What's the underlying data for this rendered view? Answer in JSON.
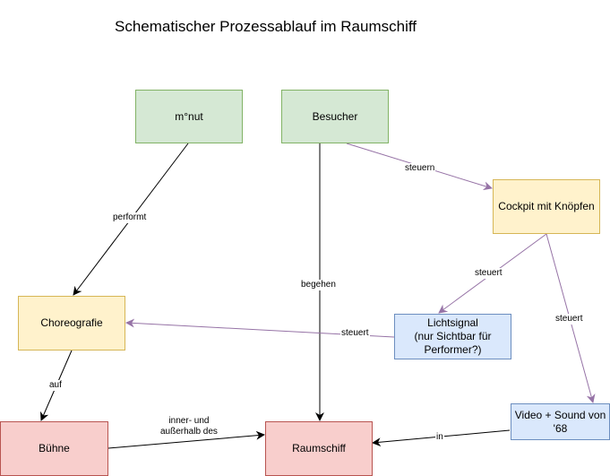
{
  "title": "Schematischer Prozessablauf im Raumschiff",
  "colors": {
    "green_fill": "#d5e8d4",
    "green_stroke": "#82b366",
    "yellow_fill": "#fff2cc",
    "yellow_stroke": "#d6b656",
    "blue_fill": "#dae8fc",
    "blue_stroke": "#6c8ebf",
    "red_fill": "#f8cecc",
    "red_stroke": "#b85450",
    "purple_edge": "#9673a6",
    "black_edge": "#000000"
  },
  "nodes": {
    "mnut": "m°nut",
    "besucher": "Besucher",
    "cockpit": "Cockpit mit Knöpfen",
    "choreografie": "Choreografie",
    "lichtsignal": "Lichtsignal\n(nur Sichtbar für\nPerformer?)",
    "buehne": "Bühne",
    "raumschiff": "Raumschiff",
    "video": "Video + Sound von\n'68"
  },
  "edges": {
    "mnut_choreo": "performt",
    "besucher_cockpit": "steuern",
    "besucher_raumschiff": "begehen",
    "cockpit_licht": "steuert",
    "cockpit_video": "steuert",
    "licht_choreo": "steuert",
    "choreo_buehne": "auf",
    "buehne_raumschiff": "inner- und\naußerhalb des",
    "video_raumschiff": "in"
  }
}
